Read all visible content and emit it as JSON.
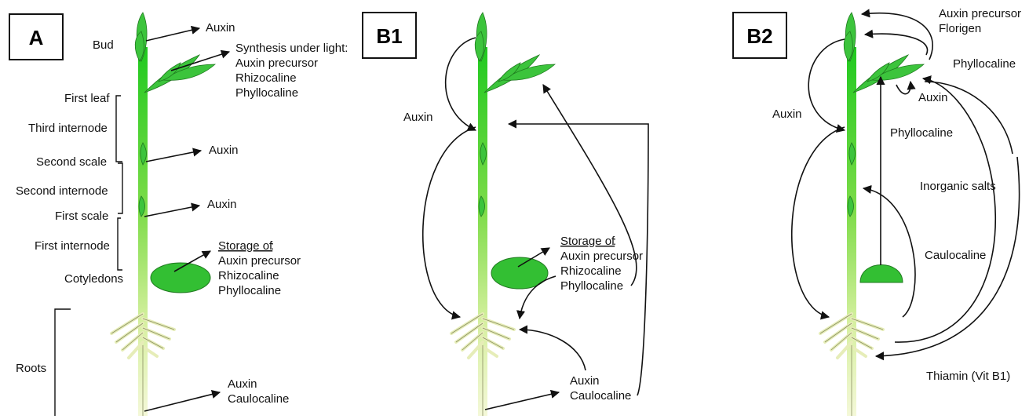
{
  "panels": {
    "a": {
      "label": "A",
      "bud": "Bud",
      "auxin_bud": "Auxin",
      "synthesis_title": "Synthesis under light:",
      "synthesis_items": [
        "Auxin precursor",
        "Rhizocaline",
        "Phyllocaline"
      ],
      "first_leaf": "First leaf",
      "third_internode": "Third internode",
      "second_scale": "Second scale",
      "auxin_second_scale": "Auxin",
      "second_internode": "Second internode",
      "first_scale": "First scale",
      "auxin_first_scale": "Auxin",
      "first_internode": "First internode",
      "storage_title": "Storage of",
      "storage_items": [
        "Auxin precursor",
        "Rhizocaline",
        "Phyllocaline"
      ],
      "cotyledons": "Cotyledons",
      "roots": "Roots",
      "root_products": [
        "Auxin",
        "Caulocaline"
      ]
    },
    "b1": {
      "label": "B1",
      "auxin": "Auxin",
      "storage_title": "Storage of",
      "storage_items": [
        "Auxin precursor",
        "Rhizocaline",
        "Phyllocaline"
      ],
      "root_products": [
        "Auxin",
        "Caulocaline"
      ]
    },
    "b2": {
      "label": "B2",
      "top_items": [
        "Auxin precursor",
        "Florigen"
      ],
      "phyllocaline_right": "Phyllocaline",
      "auxin_leaf": "Auxin",
      "auxin_left": "Auxin",
      "phyllocaline_mid": "Phyllocaline",
      "inorganic_salts": "Inorganic salts",
      "caulocaline": "Caulocaline",
      "thiamin": "Thiamin (Vit B1)"
    }
  }
}
